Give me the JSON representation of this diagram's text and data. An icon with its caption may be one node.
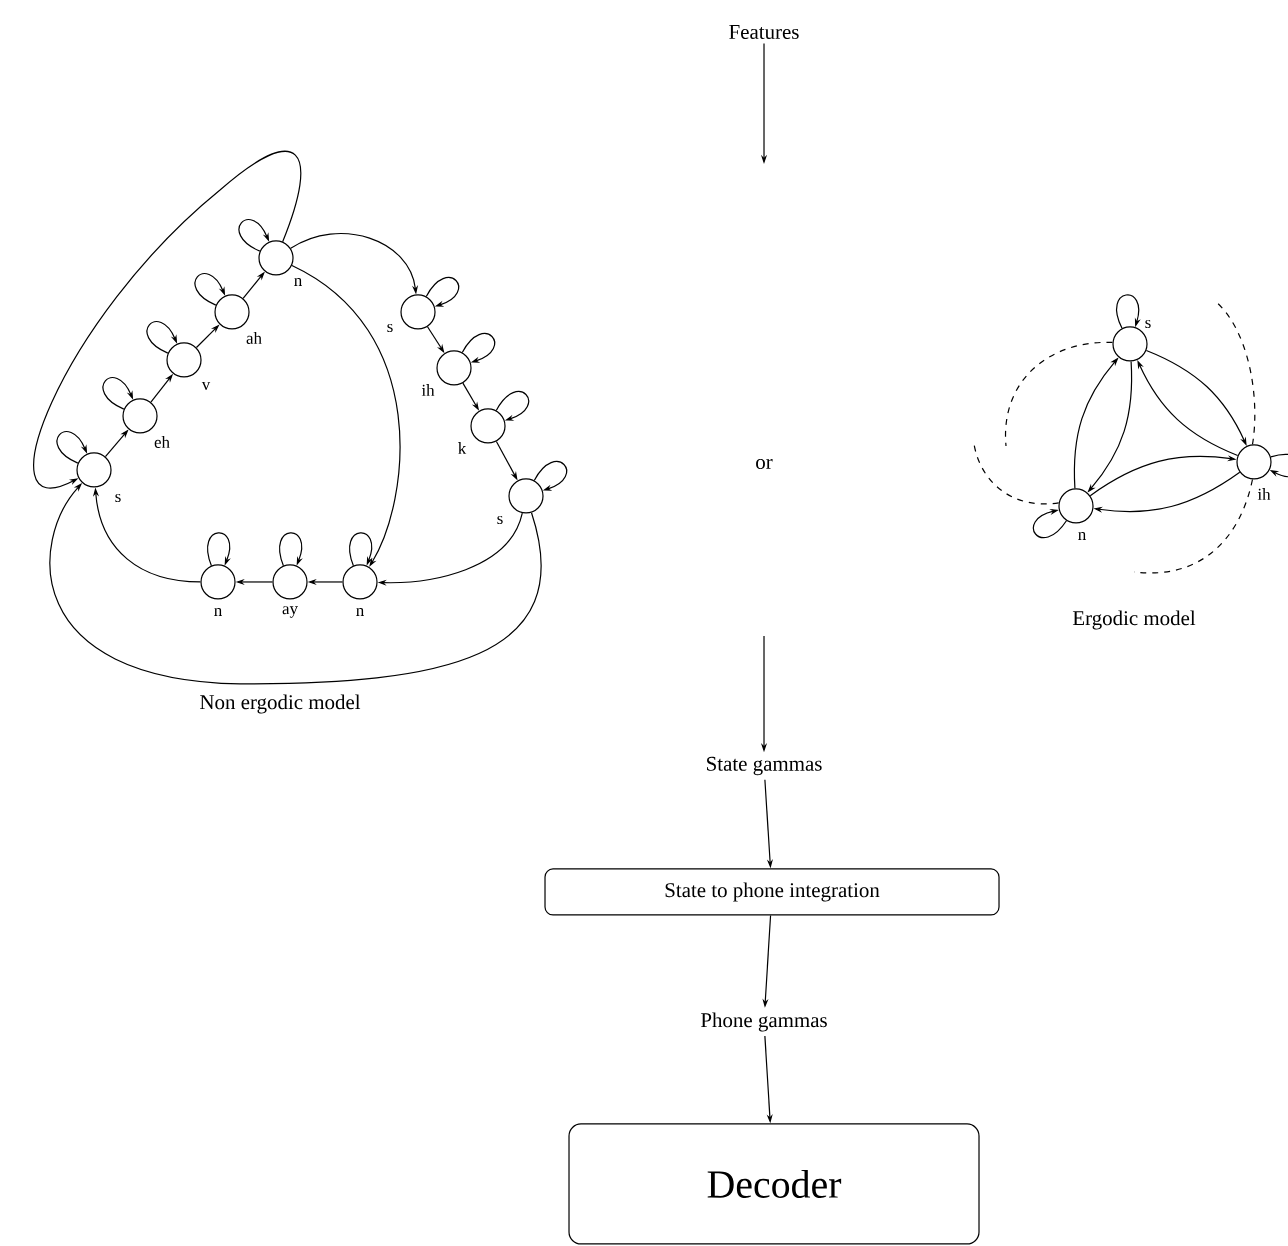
{
  "diagram": {
    "nodes": [
      {
        "text": [
          "Features"
        ]
      },
      {
        "text": [],
        "shape": "circle",
        "beside": [
          "s"
        ]
      },
      {
        "text": [],
        "shape": "circle",
        "beside": [
          "eh"
        ]
      },
      {
        "text": [],
        "shape": "circle",
        "beside": [
          "v"
        ]
      },
      {
        "text": [],
        "shape": "circle",
        "beside": [
          "ah"
        ]
      },
      {
        "text": [],
        "shape": "circle",
        "beside": [
          "n"
        ]
      },
      {
        "text": [],
        "shape": "circle",
        "beside": [
          "s"
        ]
      },
      {
        "text": [],
        "shape": "circle",
        "beside": [
          "ih"
        ]
      },
      {
        "text": [],
        "shape": "circle",
        "beside": [
          "k"
        ]
      },
      {
        "text": [],
        "shape": "circle",
        "beside": [
          "s"
        ]
      },
      {
        "text": [],
        "shape": "circle",
        "beside": [
          "n"
        ]
      },
      {
        "text": [],
        "shape": "circle",
        "beside": [
          "ay"
        ]
      },
      {
        "text": [],
        "shape": "circle",
        "beside": [
          "n"
        ]
      },
      {
        "text": [],
        "shape": "circle",
        "beside": [
          "s"
        ]
      },
      {
        "text": [],
        "shape": "circle",
        "beside": [
          "ih"
        ]
      },
      {
        "text": [],
        "shape": "circle",
        "beside": [
          "n"
        ]
      },
      {
        "text": [
          "State gammas"
        ]
      },
      {
        "text": [
          "State to phone integration"
        ]
      },
      {
        "text": [
          "Phone gammas"
        ]
      },
      {
        "text": [
          "Decoder"
        ]
      }
    ],
    "edges": [
      {
        "from": 1,
        "to": 2,
        "arrow": "to"
      },
      {
        "from": 2,
        "to": 3,
        "arrow": "to"
      },
      {
        "from": 3,
        "to": 4,
        "arrow": "to"
      },
      {
        "from": 4,
        "to": 5,
        "arrow": "to"
      },
      {
        "from": 5,
        "to": 6,
        "arrow": "to"
      },
      {
        "from": 6,
        "to": 7,
        "arrow": "to"
      },
      {
        "from": 7,
        "to": 8,
        "arrow": "to"
      },
      {
        "from": 8,
        "to": 9,
        "arrow": "to"
      },
      {
        "from": 9,
        "to": 10,
        "arrow": "to"
      },
      {
        "from": 5,
        "to": 10,
        "arrow": "to"
      },
      {
        "from": 10,
        "to": 11,
        "arrow": "to"
      },
      {
        "from": 11,
        "to": 12,
        "arrow": "to"
      },
      {
        "from": 12,
        "to": 1,
        "arrow": "to"
      },
      {
        "from": 9,
        "to": 1,
        "arrow": "to"
      },
      {
        "from": 5,
        "to": 1,
        "arrow": "to"
      },
      {
        "from": 1,
        "to": 1,
        "arrow": "to"
      },
      {
        "from": 2,
        "to": 2,
        "arrow": "to"
      },
      {
        "from": 3,
        "to": 3,
        "arrow": "to"
      },
      {
        "from": 4,
        "to": 4,
        "arrow": "to"
      },
      {
        "from": 5,
        "to": 5,
        "arrow": "to"
      },
      {
        "from": 6,
        "to": 6,
        "arrow": "to"
      },
      {
        "from": 7,
        "to": 7,
        "arrow": "to"
      },
      {
        "from": 8,
        "to": 8,
        "arrow": "to"
      },
      {
        "from": 9,
        "to": 9,
        "arrow": "to"
      },
      {
        "from": 10,
        "to": 10,
        "arrow": "to"
      },
      {
        "from": 11,
        "to": 11,
        "arrow": "to"
      },
      {
        "from": 12,
        "to": 12,
        "arrow": "to"
      },
      {
        "from": 13,
        "to": 15,
        "arrow": "to"
      },
      {
        "from": 15,
        "to": 13,
        "arrow": "to"
      },
      {
        "from": 13,
        "to": 14,
        "arrow": "to"
      },
      {
        "from": 14,
        "to": 13,
        "arrow": "to"
      },
      {
        "from": 14,
        "to": 15,
        "arrow": "to"
      },
      {
        "from": 15,
        "to": 14,
        "arrow": "to"
      },
      {
        "from": 13,
        "to": 13,
        "arrow": "to"
      },
      {
        "from": 14,
        "to": 14,
        "arrow": "to"
      },
      {
        "from": 15,
        "to": 15,
        "arrow": "to"
      },
      {
        "from": 0,
        "to": null,
        "arrow": "to"
      },
      {
        "from": null,
        "to": 16,
        "arrow": "to"
      },
      {
        "from": 16,
        "to": 17,
        "arrow": "to"
      },
      {
        "from": 17,
        "to": 18,
        "arrow": "to"
      },
      {
        "from": 18,
        "to": 19,
        "arrow": "to"
      }
    ],
    "labels": [
      "or",
      "Ergodic model",
      "Non ergodic model"
    ]
  }
}
